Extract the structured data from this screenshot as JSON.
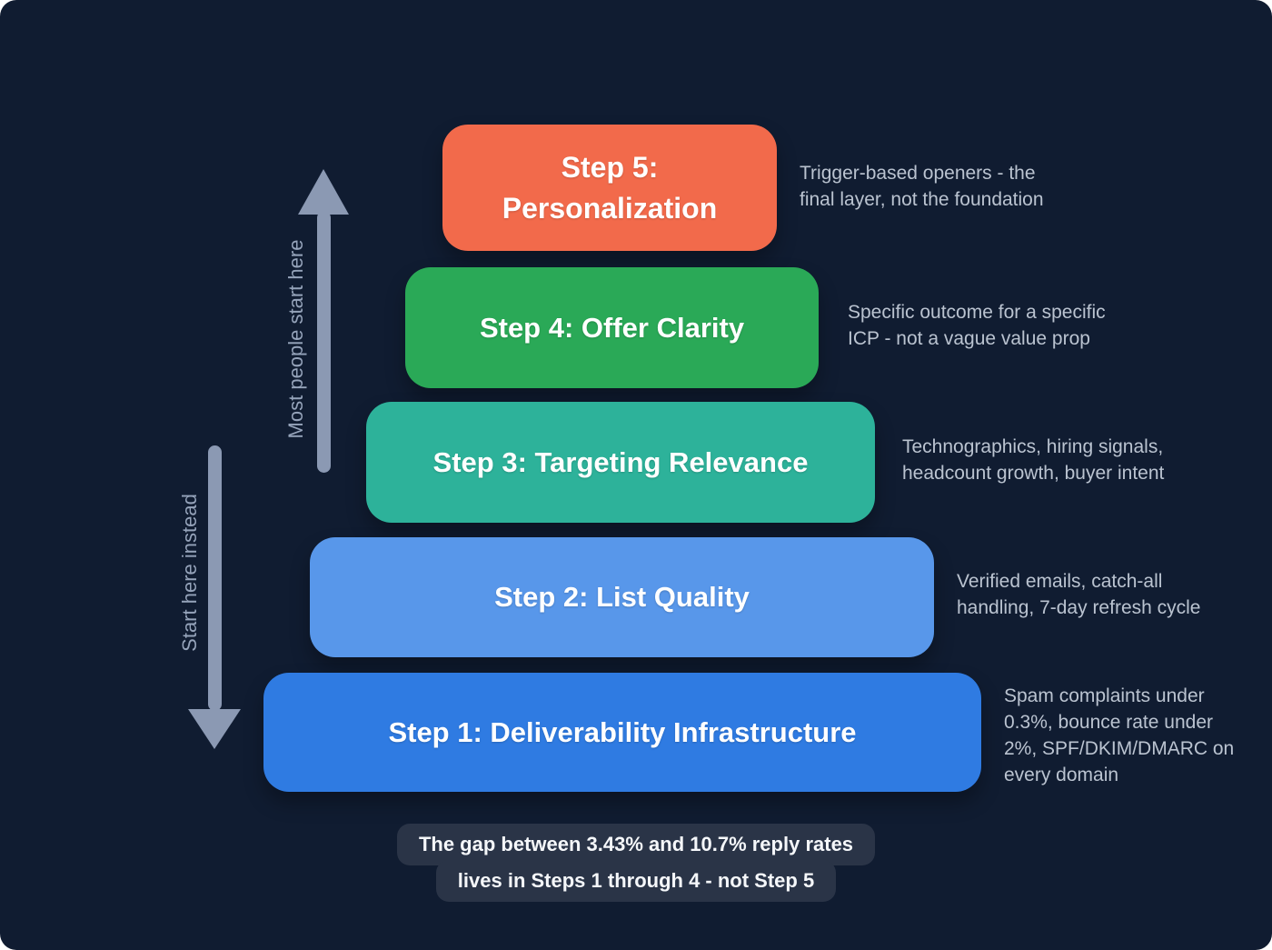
{
  "theme": {
    "background": "#101c31",
    "arrow_color": "#8b99b3",
    "arrow_label_color": "#95a3ba",
    "note_color": "#bac3d0",
    "caption_bg": "#2a3447",
    "step_text_color": "#ffffff"
  },
  "arrows": {
    "up_label": "Most people start here",
    "down_label": "Start here instead"
  },
  "steps": [
    {
      "id": 1,
      "label": "Step 1: Deliverability Infrastructure",
      "color": "#2f7be2",
      "note": "Spam complaints under\n0.3%, bounce rate under\n2%, SPF/DKIM/DMARC on\nevery domain"
    },
    {
      "id": 2,
      "label": "Step 2: List Quality",
      "color": "#5897ea",
      "note": "Verified emails, catch-all\nhandling, 7-day refresh cycle"
    },
    {
      "id": 3,
      "label": "Step 3: Targeting Relevance",
      "color": "#2db29a",
      "note": "Technographics, hiring signals,\nheadcount growth, buyer intent"
    },
    {
      "id": 4,
      "label": "Step 4: Offer Clarity",
      "color": "#2aa957",
      "note": "Specific outcome for a specific\nICP - not a vague value prop"
    },
    {
      "id": 5,
      "label": "Step 5:\nPersonalization",
      "color": "#f26a4b",
      "note": "Trigger-based openers - the\nfinal layer, not the foundation"
    }
  ],
  "caption": {
    "line1": "The gap between 3.43% and 10.7% reply rates",
    "line2": "lives in Steps 1 through 4 - not Step 5"
  }
}
